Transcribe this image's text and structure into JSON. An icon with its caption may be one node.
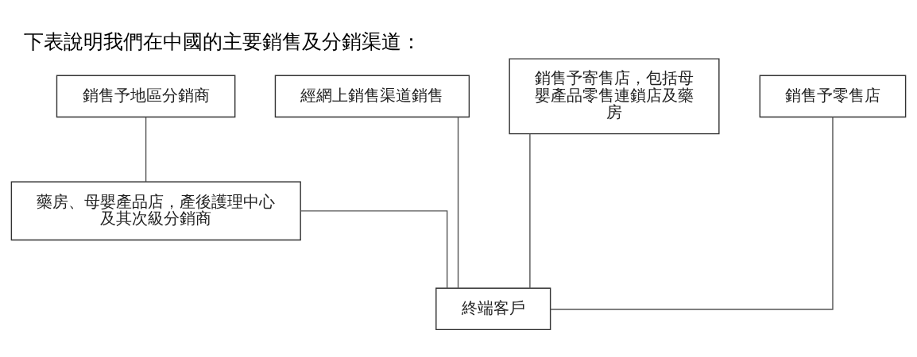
{
  "diagram": {
    "title": "下表說明我們在中國的主要銷售及分銷渠道：",
    "nodes": [
      {
        "text": [
          "銷售予地區分銷商"
        ]
      },
      {
        "text": [
          "經網上銷售渠道銷售"
        ]
      },
      {
        "text": [
          "銷售予寄售店，包括母嬰產品零售連鎖店及藥房"
        ]
      },
      {
        "text": [
          "銷售予零售店"
        ]
      },
      {
        "text": [
          "藥房、母嬰產品店，產後護理中心及其次級分銷商"
        ]
      },
      {
        "text": [
          "終端客戶"
        ]
      }
    ],
    "edges": [
      {
        "from": 0,
        "to": 4,
        "arrow": "none"
      },
      {
        "from": 4,
        "to": 5,
        "arrow": "none"
      },
      {
        "from": 1,
        "to": 5,
        "arrow": "none"
      },
      {
        "from": 2,
        "to": 5,
        "arrow": "none"
      },
      {
        "from": 3,
        "to": 5,
        "arrow": "none"
      }
    ]
  }
}
